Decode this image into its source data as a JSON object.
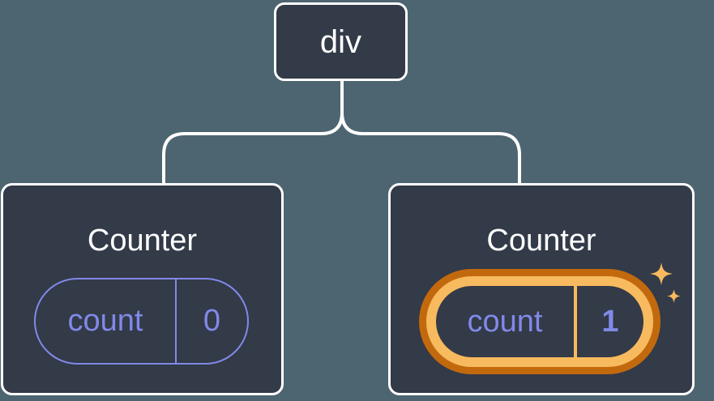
{
  "colors": {
    "background": "#4d6570",
    "node_fill": "#333a48",
    "node_border": "#ffffff",
    "state_accent": "#8189e8",
    "highlight_outer": "#c2690e",
    "highlight_inner": "#f8ba5e"
  },
  "tree": {
    "root": {
      "label": "div"
    },
    "children": [
      {
        "title": "Counter",
        "highlighted": false,
        "state": {
          "key": "count",
          "value": "0"
        }
      },
      {
        "title": "Counter",
        "highlighted": true,
        "state": {
          "key": "count",
          "value": "1"
        }
      }
    ]
  }
}
